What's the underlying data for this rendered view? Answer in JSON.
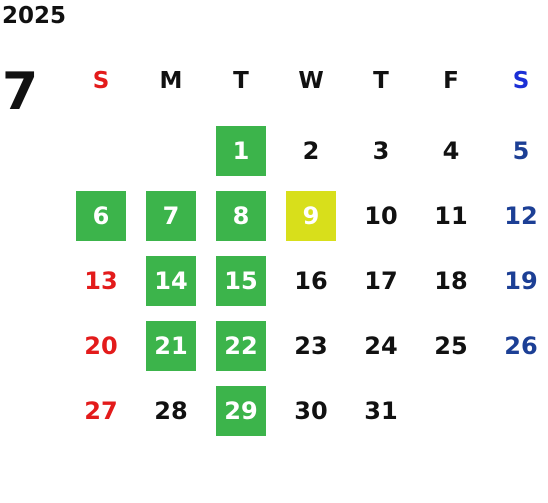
{
  "year": "2025",
  "month": "7",
  "colors": {
    "weekday": "#111111",
    "sunday_header": "#e31b1b",
    "saturday_header": "#1b2fd6",
    "sunday_date": "#e31b1b",
    "saturday_date": "#1c3f95",
    "highlight_green": "#3cb44b",
    "highlight_yellow": "#d8df1b"
  },
  "weekday_headers": [
    {
      "label": "S",
      "color": "#e31b1b"
    },
    {
      "label": "M",
      "color": "#111111"
    },
    {
      "label": "T",
      "color": "#111111"
    },
    {
      "label": "W",
      "color": "#111111"
    },
    {
      "label": "T",
      "color": "#111111"
    },
    {
      "label": "F",
      "color": "#111111"
    },
    {
      "label": "S",
      "color": "#1b2fd6"
    }
  ],
  "weeks": [
    [
      {
        "day": "",
        "color": "#111111",
        "highlight": ""
      },
      {
        "day": "",
        "color": "#111111",
        "highlight": ""
      },
      {
        "day": "1",
        "color": "#ffffff",
        "highlight": "green"
      },
      {
        "day": "2",
        "color": "#111111",
        "highlight": ""
      },
      {
        "day": "3",
        "color": "#111111",
        "highlight": ""
      },
      {
        "day": "4",
        "color": "#111111",
        "highlight": ""
      },
      {
        "day": "5",
        "color": "#1c3f95",
        "highlight": ""
      }
    ],
    [
      {
        "day": "6",
        "color": "#ffffff",
        "highlight": "green"
      },
      {
        "day": "7",
        "color": "#ffffff",
        "highlight": "green"
      },
      {
        "day": "8",
        "color": "#ffffff",
        "highlight": "green"
      },
      {
        "day": "9",
        "color": "#ffffff",
        "highlight": "yellow"
      },
      {
        "day": "10",
        "color": "#111111",
        "highlight": ""
      },
      {
        "day": "11",
        "color": "#111111",
        "highlight": ""
      },
      {
        "day": "12",
        "color": "#1c3f95",
        "highlight": ""
      }
    ],
    [
      {
        "day": "13",
        "color": "#e31b1b",
        "highlight": ""
      },
      {
        "day": "14",
        "color": "#ffffff",
        "highlight": "green"
      },
      {
        "day": "15",
        "color": "#ffffff",
        "highlight": "green"
      },
      {
        "day": "16",
        "color": "#111111",
        "highlight": ""
      },
      {
        "day": "17",
        "color": "#111111",
        "highlight": ""
      },
      {
        "day": "18",
        "color": "#111111",
        "highlight": ""
      },
      {
        "day": "19",
        "color": "#1c3f95",
        "highlight": ""
      }
    ],
    [
      {
        "day": "20",
        "color": "#e31b1b",
        "highlight": ""
      },
      {
        "day": "21",
        "color": "#ffffff",
        "highlight": "green"
      },
      {
        "day": "22",
        "color": "#ffffff",
        "highlight": "green"
      },
      {
        "day": "23",
        "color": "#111111",
        "highlight": ""
      },
      {
        "day": "24",
        "color": "#111111",
        "highlight": ""
      },
      {
        "day": "25",
        "color": "#111111",
        "highlight": ""
      },
      {
        "day": "26",
        "color": "#1c3f95",
        "highlight": ""
      }
    ],
    [
      {
        "day": "27",
        "color": "#e31b1b",
        "highlight": ""
      },
      {
        "day": "28",
        "color": "#111111",
        "highlight": ""
      },
      {
        "day": "29",
        "color": "#ffffff",
        "highlight": "green"
      },
      {
        "day": "30",
        "color": "#111111",
        "highlight": ""
      },
      {
        "day": "31",
        "color": "#111111",
        "highlight": ""
      },
      {
        "day": "",
        "color": "#111111",
        "highlight": ""
      },
      {
        "day": "",
        "color": "#111111",
        "highlight": ""
      }
    ]
  ]
}
